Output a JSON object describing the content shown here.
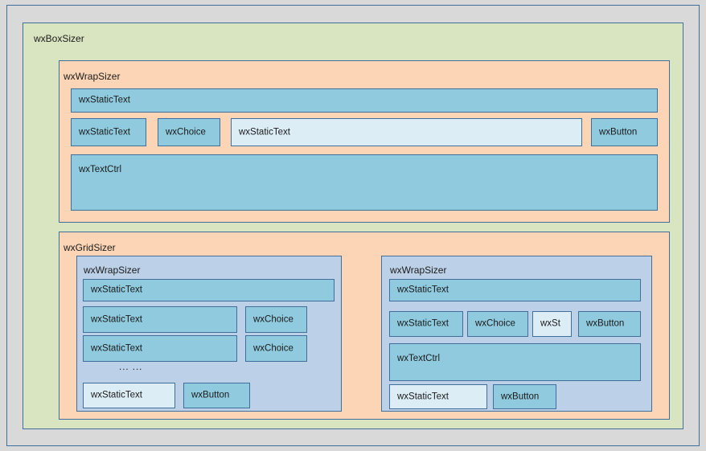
{
  "diagram": {
    "title": "wxBoxSizer",
    "outer": {
      "background_color": "#d9d9d9",
      "border_color": "#3f6f9a"
    },
    "colors": {
      "box_sizer_fill": "#d9e4c0",
      "wrap_sizer_fill": "#fbd5b5",
      "grid_sizer_fill": "#fbd5b5",
      "sub_panel_fill": "#bcd0e8",
      "control_fill": "#8fcade",
      "control_light_fill": "#dcedf6",
      "border": "#3f6f9a",
      "text": "#1b1b1b"
    },
    "box_sizer": {
      "label": "wxBoxSizer",
      "top_wrap_sizer": {
        "label": "wxWrapSizer",
        "controls": [
          {
            "name": "wxStaticText",
            "variant": "normal"
          },
          {
            "name": "wxStaticText",
            "variant": "normal"
          },
          {
            "name": "wxChoice",
            "variant": "normal"
          },
          {
            "name": "wxStaticText",
            "variant": "light"
          },
          {
            "name": "wxButton",
            "variant": "normal"
          },
          {
            "name": "wxTextCtrl",
            "variant": "normal"
          }
        ]
      },
      "grid_sizer": {
        "label": "wxGridSizer",
        "cells": [
          {
            "label": "wxWrapSizer",
            "controls": [
              {
                "name": "wxStaticText",
                "variant": "normal"
              },
              {
                "name": "wxStaticText",
                "variant": "normal"
              },
              {
                "name": "wxChoice",
                "variant": "normal"
              },
              {
                "name": "wxStaticText",
                "variant": "normal"
              },
              {
                "name": "wxChoice",
                "variant": "normal"
              },
              {
                "name": "wxStaticText",
                "variant": "light"
              },
              {
                "name": "wxButton",
                "variant": "normal"
              }
            ],
            "ellipsis": "... ..."
          },
          {
            "label": "wxWrapSizer",
            "controls": [
              {
                "name": "wxStaticText",
                "variant": "normal"
              },
              {
                "name": "wxStaticText",
                "variant": "normal"
              },
              {
                "name": "wxChoice",
                "variant": "normal"
              },
              {
                "name": "wxSt",
                "variant": "light"
              },
              {
                "name": "wxButton",
                "variant": "normal"
              },
              {
                "name": "wxTextCtrl",
                "variant": "normal"
              },
              {
                "name": "wxStaticText",
                "variant": "light"
              },
              {
                "name": "wxButton",
                "variant": "normal"
              }
            ]
          }
        ]
      }
    }
  }
}
